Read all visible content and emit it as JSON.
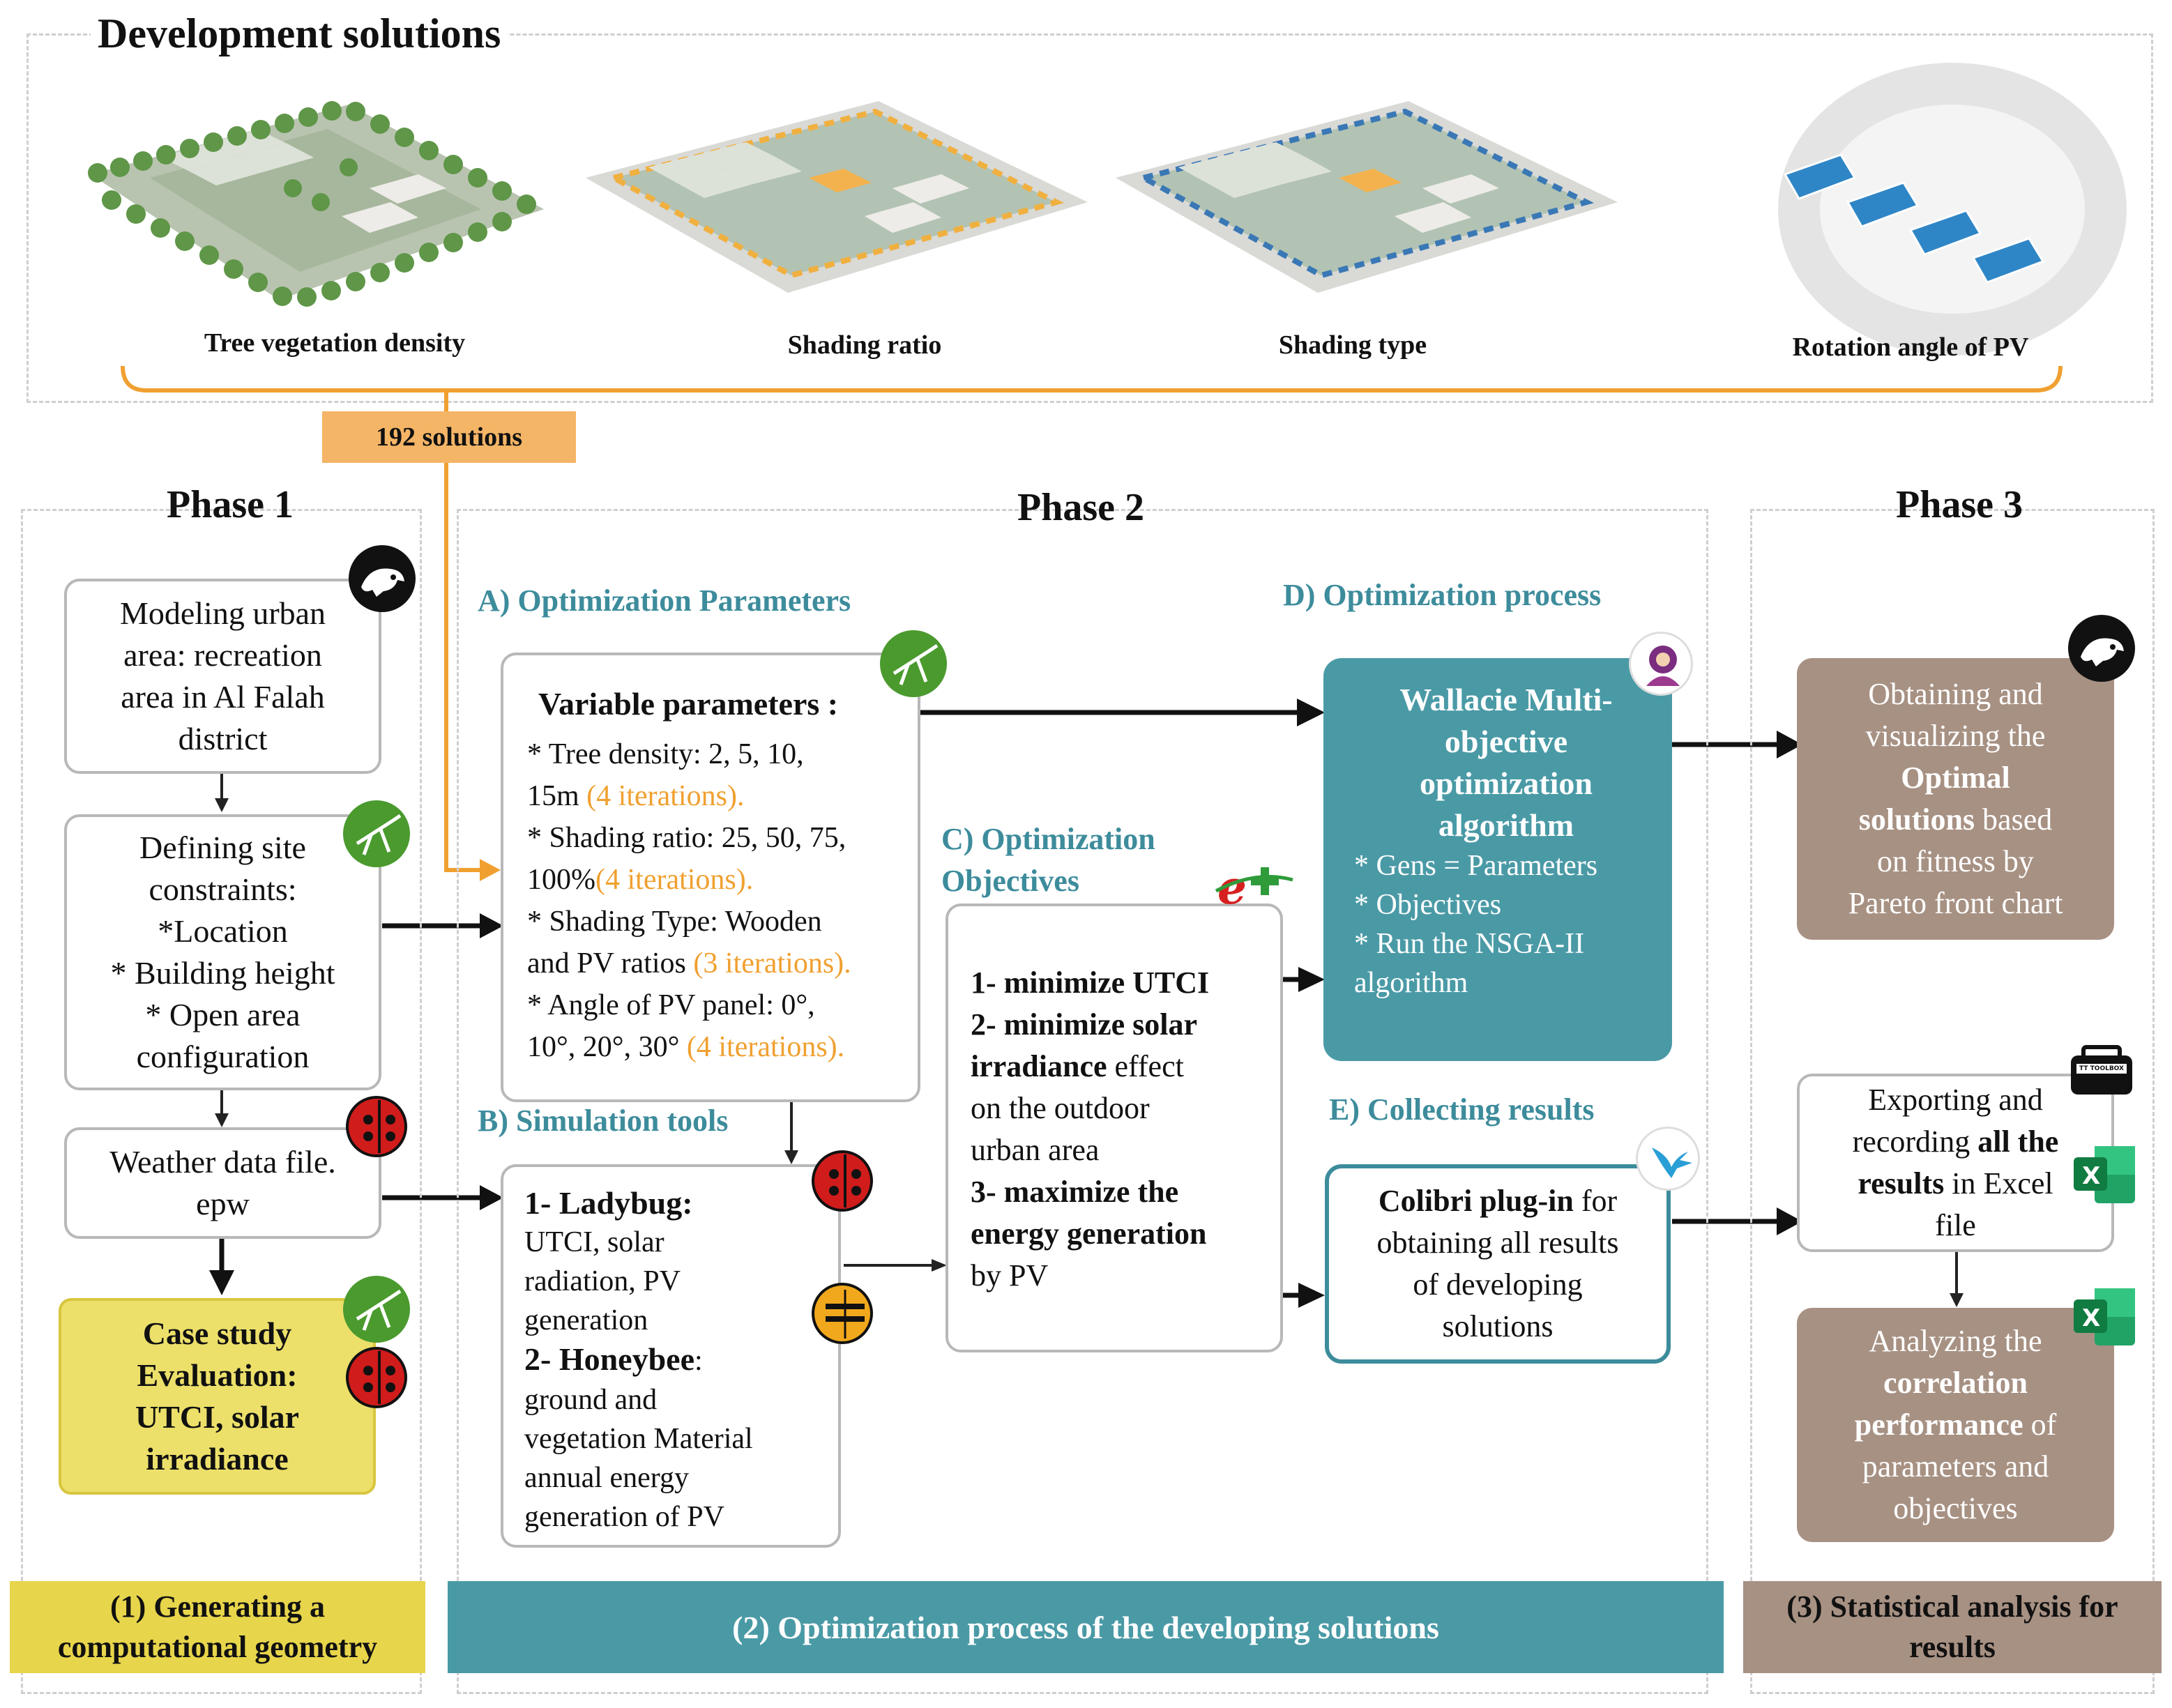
{
  "top": {
    "title": "Development solutions",
    "images": [
      {
        "label": "Tree vegetation density",
        "icon": "tree-vegetation-render"
      },
      {
        "label": "Shading ratio",
        "icon": "shading-ratio-render"
      },
      {
        "label": "Shading type",
        "icon": "shading-type-render"
      },
      {
        "label": "Rotation angle of PV",
        "icon": "pv-rotation-render"
      }
    ],
    "solutions_badge": "192 solutions"
  },
  "phases": {
    "p1": "Phase 1",
    "p2": "Phase 2",
    "p3": "Phase 3"
  },
  "phase1": {
    "modeling": [
      "Modeling urban",
      "area: recreation",
      "area in Al Falah",
      "district"
    ],
    "site_constraints": [
      "Defining site",
      "constraints:",
      "*Location",
      "* Building height",
      "* Open area",
      "configuration"
    ],
    "weather": [
      "Weather data file.",
      "epw"
    ],
    "case_study": [
      "Case study",
      "Evaluation:",
      "UTCI, solar",
      "irradiance"
    ],
    "footer": [
      "(1) Generating a",
      "computational geometry"
    ]
  },
  "phase2": {
    "section_a": "A) Optimization Parameters",
    "variable_title": "Variable parameters",
    "variable_colon": " :",
    "params": [
      {
        "text_a": "* Tree density: 2, 5, 10,",
        "text_b": "15m ",
        "iter": "(4 iterations)."
      },
      {
        "text_a": "* Shading ratio: 25, 50, 75,",
        "text_b": "100%",
        "iter": "(4 iterations)."
      },
      {
        "text_a": "* Shading Type: Wooden",
        "text_b": "and PV ratios ",
        "iter": "(3 iterations)."
      },
      {
        "text_a": "* Angle of  PV panel: 0°,",
        "text_b": "10°, 20°, 30° ",
        "iter": "(4 iterations)."
      }
    ],
    "section_b": "B) Simulation tools",
    "tools": {
      "ladybug_title": "1- Ladybug:",
      "ladybug_lines": [
        " UTCI, solar",
        "radiation, PV",
        "generation"
      ],
      "honeybee_title": "2- Honeybee",
      "honeybee_colon": ":",
      "honeybee_lines": [
        "ground and",
        "vegetation Material",
        "annual energy",
        "generation of PV"
      ]
    },
    "section_c_1": "C) Optimization",
    "section_c_2": "Objectives",
    "objectives": {
      "o1": "1- minimize UTCI",
      "o2a": "2- minimize solar",
      "o2b": "irradiance",
      "o2b_rest": " effect",
      "o2c": "on the outdoor",
      "o2d": "urban area",
      "o3a": "3- maximize the",
      "o3b": "energy generation",
      "o3c": "by PV"
    },
    "section_d": "D) Optimization process",
    "wallacie": {
      "title_lines": [
        "Wallacie Multi-",
        "objective",
        "optimization",
        "algorithm"
      ],
      "bullets": [
        "* Gens = Parameters",
        "* Objectives",
        "* Run the NSGA-II",
        "algorithm"
      ]
    },
    "section_e": "E) Collecting results",
    "colibri": {
      "bold": "Colibri plug-in",
      "rest1": " for",
      "lines": [
        "obtaining  all results",
        "of  developing",
        "solutions"
      ]
    },
    "footer": "(2) Optimization  process  of the developing solutions"
  },
  "phase3": {
    "optimal": {
      "l1": "Obtaining  and",
      "l2": "visualizing  the",
      "l3": "Optimal",
      "l4b": "solutions",
      "l4r": " based",
      "l5": "on fitness  by",
      "l6": "Pareto  front  chart"
    },
    "exporting": {
      "l1": "Exporting  and",
      "l2r": "recording ",
      "l2b": "all the",
      "l3b": "results",
      "l3r": " in Excel",
      "l4": "file"
    },
    "analyzing": {
      "l1": "Analyzing  the",
      "l2": "correlation",
      "l3b": "performance",
      "l3r": "  of",
      "l4": "parameters  and",
      "l5": "objectives"
    },
    "footer": [
      "(3) Statistical analysis  for",
      "results"
    ],
    "toolbox_label": "TT TOOLBOX"
  },
  "colors": {
    "orange": "#f0a030",
    "teal": "#4a9aa6",
    "teal_dark": "#3d8c9c",
    "brown": "#a79183",
    "yellow": "#ece06a",
    "footer_yellow": "#e7d54b"
  }
}
